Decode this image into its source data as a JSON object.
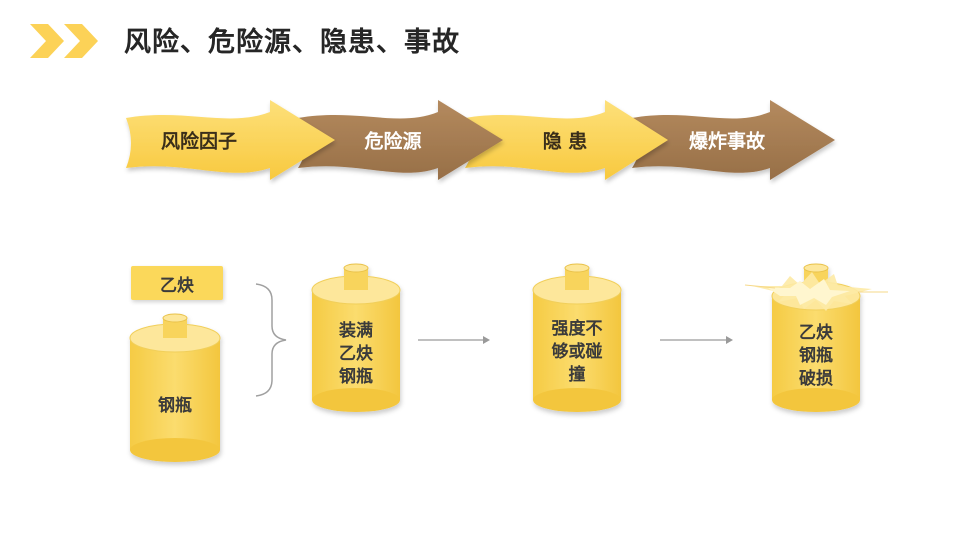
{
  "title": "风险、危险源、隐患、事故",
  "colors": {
    "accent_yellow": "#fcd257",
    "accent_brown": "#a47d54",
    "cylinder_yellow": "#f8d45c",
    "cylinder_top": "#fde79b"
  },
  "flow_steps": [
    {
      "label": "风险因子"
    },
    {
      "label": "危险源"
    },
    {
      "label": "隐 患"
    },
    {
      "label": "爆炸事故"
    }
  ],
  "scene": {
    "tag_label": "乙炔",
    "cylinder_1": "钢瓶",
    "cylinder_2": [
      "装满",
      "乙炔",
      "钢瓶"
    ],
    "cylinder_3": [
      "强度不",
      "够或碰",
      "撞"
    ],
    "cylinder_4": [
      "乙炔",
      "钢瓶",
      "破损"
    ]
  }
}
